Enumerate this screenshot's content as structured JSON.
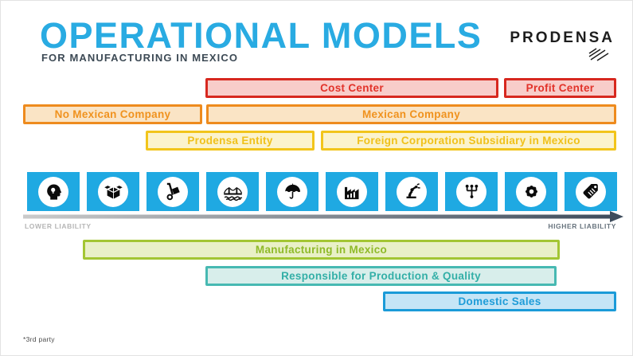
{
  "header": {
    "title": "OPERATIONAL MODELS",
    "subtitle": "FOR MANUFACTURING IN MEXICO",
    "logo_text": "PRODENSA"
  },
  "top_bars": {
    "cost_center": "Cost Center",
    "profit_center": "Profit Center",
    "no_mexican_company": "No Mexican Company",
    "mexican_company": "Mexican Company",
    "prodensa_entity": "Prodensa Entity",
    "foreign_subsidiary": "Foreign Corporation Subsidiary in Mexico"
  },
  "axis": {
    "left_label": "LOWER LIABILITY",
    "right_label": "HIGHER LIABILITY"
  },
  "bottom_bars": {
    "manufacturing": "Manufacturing in Mexico",
    "responsible": "Responsible for Production & Quality",
    "domestic_sales": "Domestic Sales"
  },
  "icons": [
    {
      "name": "idea-head"
    },
    {
      "name": "open-box"
    },
    {
      "name": "hand-truck"
    },
    {
      "name": "bridge"
    },
    {
      "name": "beach-umbrella"
    },
    {
      "name": "factory"
    },
    {
      "name": "robot-arm"
    },
    {
      "name": "distribution"
    },
    {
      "name": "gear"
    },
    {
      "name": "price-tag"
    }
  ],
  "footnote": "*3rd party",
  "colors": {
    "titleBlue": "#29ABE2",
    "darkNavy": "#3D4A55",
    "tileBlue": "#1FA9E2",
    "arrowStart": "#CBCBCB",
    "arrowEnd": "#3E4C5C",
    "red": {
      "border": "#D7281F",
      "fill": "#F8CDCA",
      "text": "#E2332A"
    },
    "orange": {
      "border": "#EE8B1E",
      "fill": "#FAE4C5",
      "text": "#F0921E"
    },
    "yellow": {
      "border": "#F2C51B",
      "fill": "#FBF3CD",
      "text": "#F0C11A"
    },
    "green": {
      "border": "#A3C633",
      "fill": "#E9F0C7",
      "text": "#8FBA28"
    },
    "teal": {
      "border": "#47B9B2",
      "fill": "#D8EEEB",
      "text": "#33AFA7"
    },
    "blue": {
      "border": "#1B9BD8",
      "fill": "#C5E5F6",
      "text": "#1E9CD8"
    }
  }
}
